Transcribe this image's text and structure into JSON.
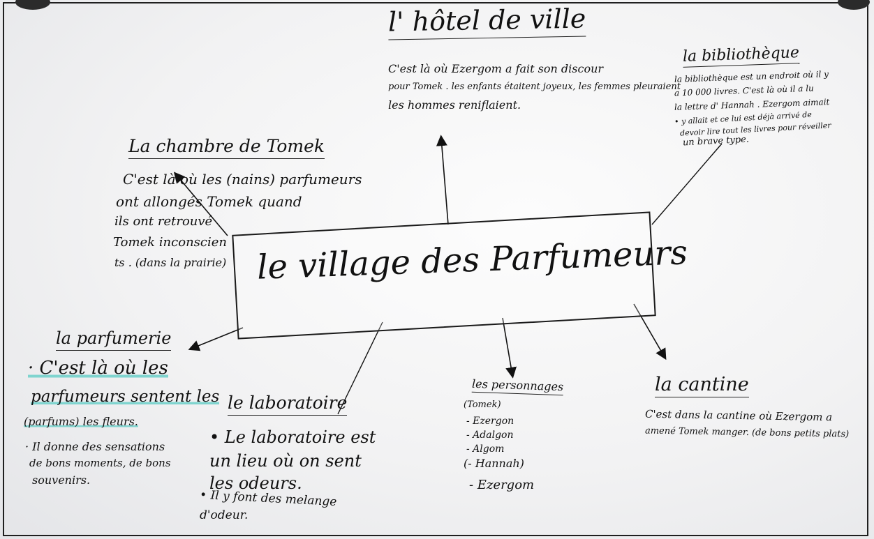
{
  "colors": {
    "paper": "#f4f4f5",
    "ink": "#111111",
    "highlighter": "#7fd4cf",
    "frame": "#1f1f1f"
  },
  "center": {
    "title": "le village des Parfumeurs"
  },
  "hotel": {
    "title": "l' hôtel de ville",
    "line1": "C'est là où Ezergom a fait son discour",
    "line2": "pour Tomek . les enfants étaitent joyeux, les femmes pleuraient",
    "line3": "les hommes reniflaient."
  },
  "bibliotheque": {
    "title": "la bibliothèque",
    "line1": "la bibliothèque est un endroit où il y",
    "line2": "a 10 000 livres. C'est là où il a lu",
    "line3": "la lettre d' Hannah . Ezergom aimait",
    "line4": "• y allait et ce lui est déjà arrivé de",
    "line5": "devoir lire tout les livres pour réveiller",
    "line6": "un brave type."
  },
  "chambre": {
    "title": "La chambre de Tomek",
    "line1": "C'est là où les (nains) parfumeurs",
    "line2": "ont allongés Tomek quand",
    "line3": "ils ont retrouvé",
    "line4": "Tomek inconscien",
    "line5": "ts . (dans la prairie)"
  },
  "parfumerie": {
    "title": "la parfumerie",
    "line1": "· C'est là où les",
    "line2": "parfumeurs sentent les",
    "line3": "(parfums) les fleurs.",
    "line4": "· Il donne des sensations",
    "line5": "de bons moments, de bons",
    "line6": "souvenirs."
  },
  "laboratoire": {
    "title": "le laboratoire",
    "line1": "• Le laboratoire est",
    "line2": "un lieu où on sent",
    "line3": "les odeurs.",
    "line4": "• Il y font des melange",
    "line5": "d'odeur."
  },
  "personnages": {
    "title": "les personnages",
    "items": [
      "(Tomek)",
      "- Ezergon",
      "- Adalgon",
      "- Algom",
      "(- Hannah)",
      "- Ezergom"
    ]
  },
  "cantine": {
    "title": "la cantine",
    "line1": "C'est dans la cantine où Ezergom a",
    "line2": "amené Tomek manger. (de bons petits plats)"
  }
}
